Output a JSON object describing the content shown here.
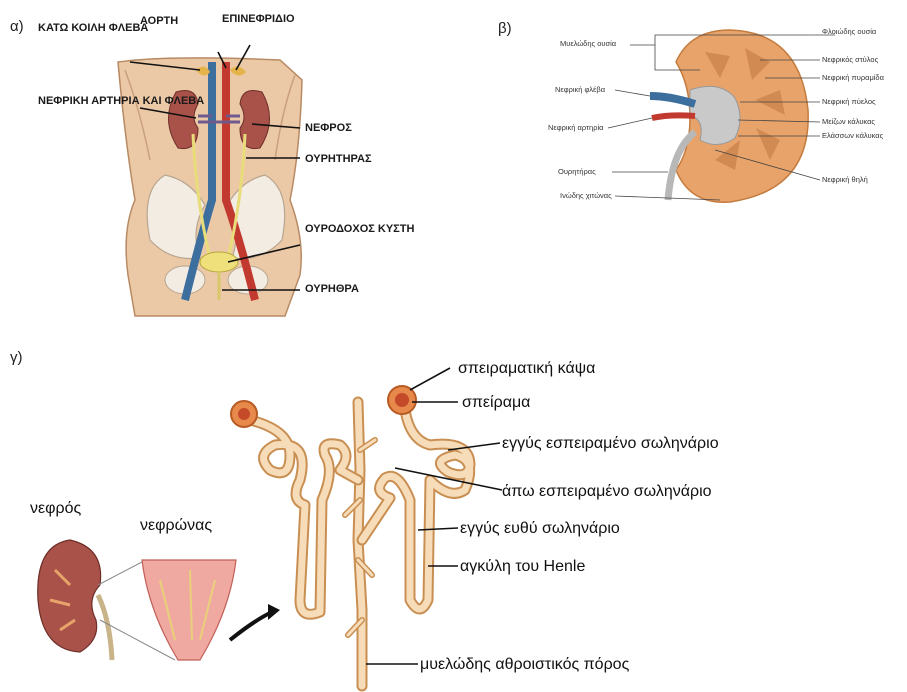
{
  "panel_a": {
    "marker": "α)",
    "labels": {
      "vena_cava": "ΚΑΤΩ ΚΟΙΛΗ ΦΛΕΒΑ",
      "aorta": "ΑΟΡΤΗ",
      "adrenal": "ΕΠΙΝΕΦΡΙΔΙΟ",
      "renal_vessels": "ΝΕΦΡΙΚΗ ΑΡΤΗΡΙΑ ΚΑΙ ΦΛΕΒΑ",
      "kidney": "ΝΕΦΡΟΣ",
      "ureter": "ΟΥΡΗΤΗΡΑΣ",
      "bladder": "ΟΥΡΟΔΟΧΟΣ ΚΥΣΤΗ",
      "urethra": "ΟΥΡΗΘΡΑ"
    }
  },
  "panel_b": {
    "marker": "β)",
    "labels": {
      "medulla": "Μυελώδης ουσία",
      "cortex": "Φλοιώδης ουσία",
      "renal_column": "Νεφρικός στύλος",
      "renal_pyramid": "Νεφρική πυραμίδα",
      "renal_vein": "Νεφρική φλέβα",
      "renal_pelvis": "Νεφρική πύελος",
      "major_calyx": "Μείζων κάλυκας",
      "renal_artery": "Νεφρική αρτηρία",
      "minor_calyx": "Ελάσσων κάλυκας",
      "ureter": "Ουρητήρας",
      "renal_papilla": "Νεφρική θηλή",
      "capsule": "Ινώδης χιτώνας"
    }
  },
  "panel_c": {
    "marker": "γ)",
    "labels": {
      "kidney": "νεφρός",
      "nephron": "νεφρώνας",
      "capsule": "σπειραματική κάψα",
      "glomerulus": "σπείραμα",
      "proximal_convoluted": "εγγύς εσπειραμένο σωληνάριο",
      "distal_convoluted": "άπω εσπειραμένο σωληνάριο",
      "proximal_straight": "εγγύς ευθύ σωληνάριο",
      "loop_of_henle": "αγκύλη του Henle",
      "collecting_duct": "μυελώδης αθροιστικός πόρος"
    }
  },
  "colors": {
    "body_skin": "#ecc9a6",
    "kidney_red": "#a8524a",
    "vein_blue": "#3c6e9e",
    "artery_red": "#c23a2f",
    "ureter_yellow": "#e9dc7a",
    "kidney_orange": "#e8a36a",
    "tubule_tan": "#f6dcb8",
    "tubule_edge": "#c98f52"
  }
}
